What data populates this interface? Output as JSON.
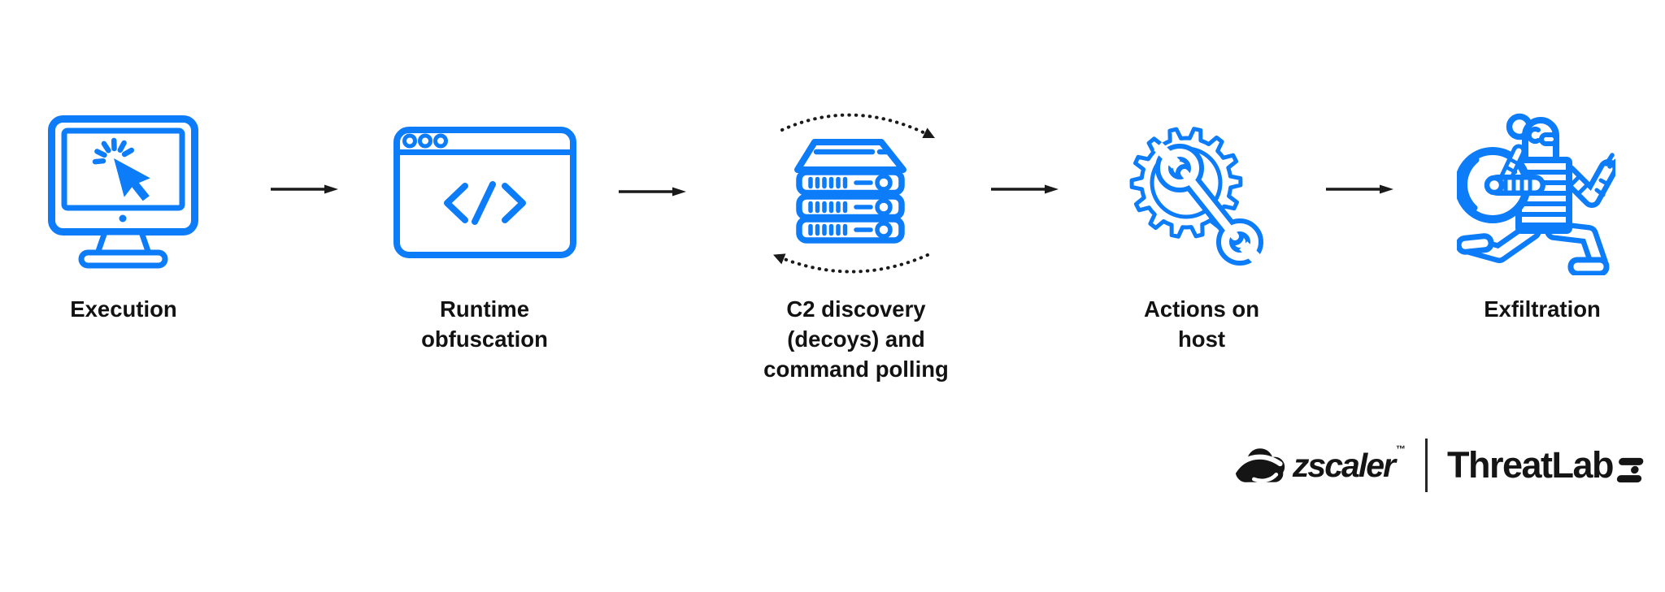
{
  "diagram": {
    "background_color": "#ffffff",
    "icon_color": "#0d7cf8",
    "text_color": "#121212",
    "arrow_color": "#1a1a1a",
    "stages": [
      {
        "id": "execution",
        "icon": "monitor-cursor-click-icon",
        "lines": [
          "Execution"
        ]
      },
      {
        "id": "runtime-obfuscation",
        "icon": "browser-code-icon",
        "lines": [
          "Runtime",
          "obfuscation"
        ]
      },
      {
        "id": "c2-discovery",
        "icon": "server-stack-icon",
        "decoration": "dotted-cycle-arrows",
        "lines": [
          "C2 discovery",
          "(decoys) and",
          "command polling"
        ]
      },
      {
        "id": "actions-on-host",
        "icon": "gear-wrench-icon",
        "lines": [
          "Actions on",
          "host"
        ]
      },
      {
        "id": "exfiltration",
        "icon": "running-thief-icon",
        "lines": [
          "Exfiltration"
        ]
      }
    ]
  },
  "branding": {
    "zscaler_wordmark": "zscaler",
    "zscaler_trademark": "™",
    "threatlabz_wordmark": "ThreatLabz",
    "threatlabz_text_part": "ThreatLab"
  }
}
